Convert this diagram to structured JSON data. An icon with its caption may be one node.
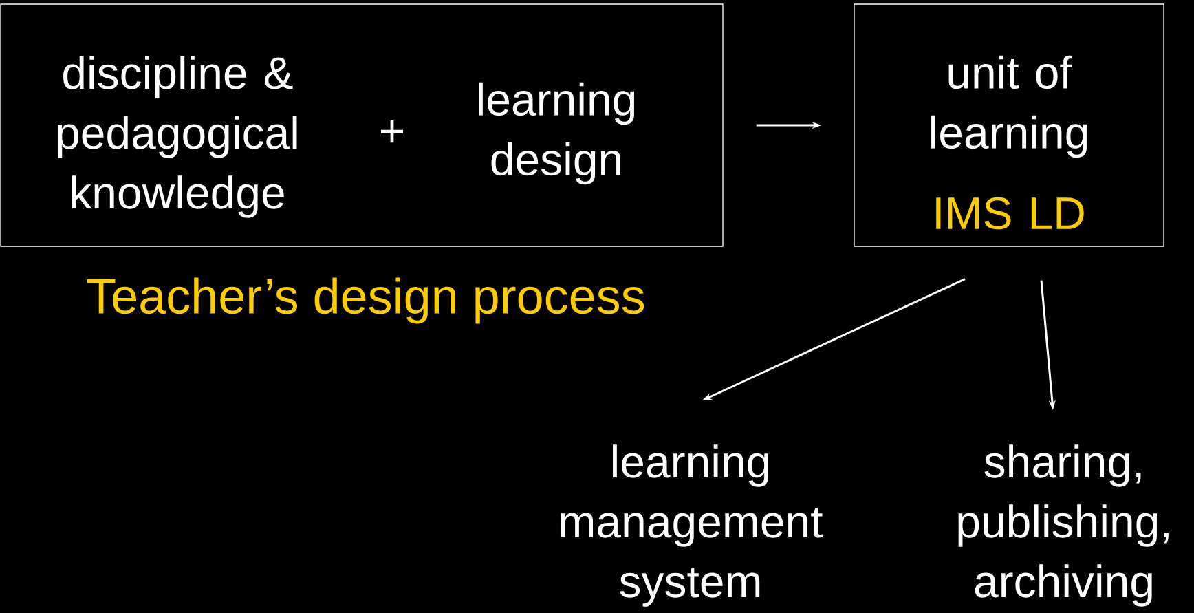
{
  "diagram": {
    "nodes": [
      {
        "text": [
          "discipline & pedagogical knowledge",
          "+",
          "learning design",
          "Teacher’s design process"
        ]
      },
      {
        "text": [
          "unit of learning",
          "IMS LD"
        ]
      },
      {
        "text": [
          "learning management system"
        ]
      },
      {
        "text": [
          "sharing, publishing, archiving"
        ]
      }
    ],
    "edges": [
      {
        "from": 0,
        "to": 1,
        "arrow": "to"
      },
      {
        "from": 1,
        "to": 2,
        "arrow": "to"
      },
      {
        "from": 1,
        "to": 3,
        "arrow": "to"
      }
    ]
  }
}
